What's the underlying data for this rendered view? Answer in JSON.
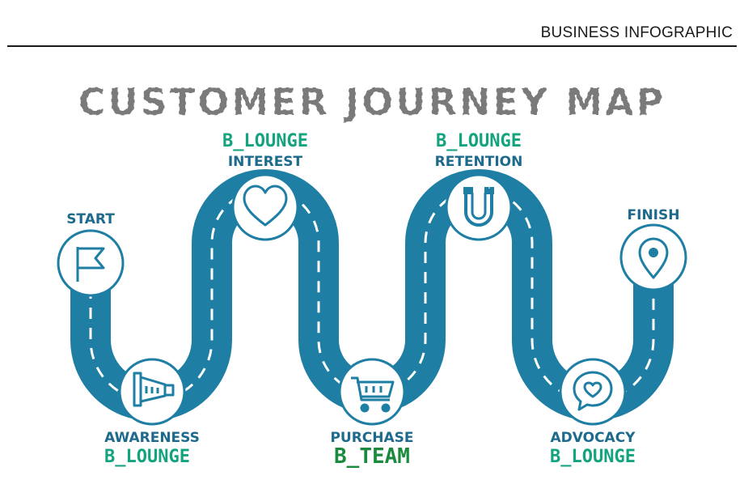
{
  "header": {
    "label": "BUSINESS INFOGRAPHIC"
  },
  "title": "CUSTOMER JOURNEY MAP",
  "colors": {
    "road": "#1e7ea3",
    "stage_text": "#1d6a8c",
    "owner": "#14a37f",
    "owner_team": "#1b8a3f",
    "title": "#7a7a7a"
  },
  "stages": [
    {
      "name": "START",
      "owner": "",
      "icon": "flag-icon"
    },
    {
      "name": "AWARENESS",
      "owner": "B_LOUNGE",
      "icon": "megaphone-icon"
    },
    {
      "name": "INTEREST",
      "owner": "B_LOUNGE",
      "icon": "heart-icon"
    },
    {
      "name": "PURCHASE",
      "owner": "B_TEAM",
      "icon": "shopping-cart-icon"
    },
    {
      "name": "RETENTION",
      "owner": "B_LOUNGE",
      "icon": "magnet-icon"
    },
    {
      "name": "ADVOCACY",
      "owner": "B_LOUNGE",
      "icon": "speech-bubble-heart-icon"
    },
    {
      "name": "FINISH",
      "owner": "",
      "icon": "location-pin-icon"
    }
  ]
}
